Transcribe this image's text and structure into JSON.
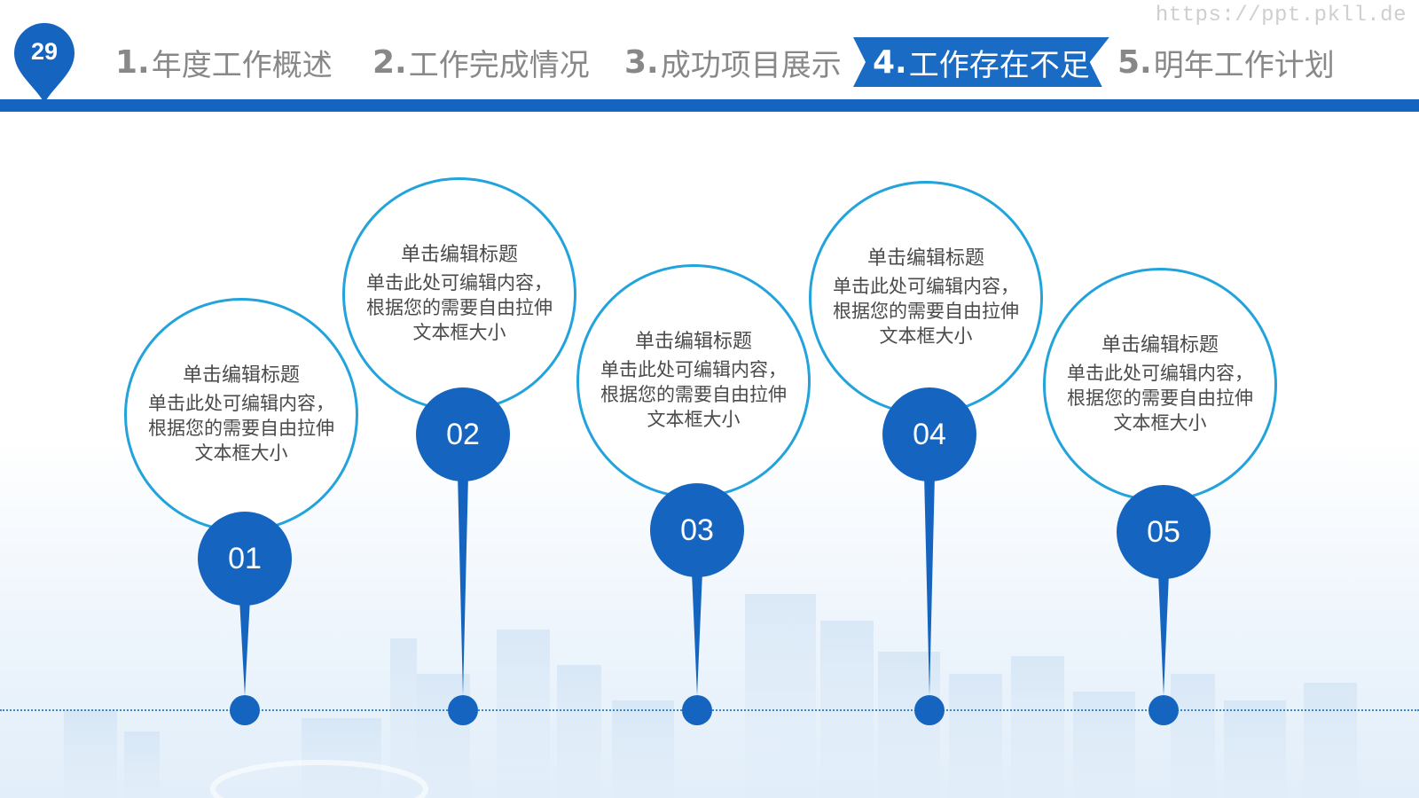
{
  "watermark": "https://ppt.pkll.de",
  "page_number": "29",
  "nav": [
    {
      "num": "1.",
      "label": "年度工作概述",
      "active": false
    },
    {
      "num": "2.",
      "label": "工作完成情况",
      "active": false
    },
    {
      "num": "3.",
      "label": "成功项目展示",
      "active": false
    },
    {
      "num": "4.",
      "label": "工作存在不足",
      "active": true
    },
    {
      "num": "5.",
      "label": "明年工作计划",
      "active": false
    }
  ],
  "items": [
    {
      "number": "01",
      "title": "单击编辑标题",
      "desc": "单击此处可编辑内容，根据您的需要自由拉伸文本框大小"
    },
    {
      "number": "02",
      "title": "单击编辑标题",
      "desc": "单击此处可编辑内容，根据您的需要自由拉伸文本框大小"
    },
    {
      "number": "03",
      "title": "单击编辑标题",
      "desc": "单击此处可编辑内容，根据您的需要自由拉伸文本框大小"
    },
    {
      "number": "04",
      "title": "单击编辑标题",
      "desc": "单击此处可编辑内容，根据您的需要自由拉伸文本框大小"
    },
    {
      "number": "05",
      "title": "单击编辑标题",
      "desc": "单击此处可编辑内容，根据您的需要自由拉伸文本框大小"
    }
  ],
  "colors": {
    "primary": "#1565c0",
    "ring": "#22a3dc",
    "nav_active_bg": "#1a6bc4",
    "nav_text": "#888888"
  }
}
